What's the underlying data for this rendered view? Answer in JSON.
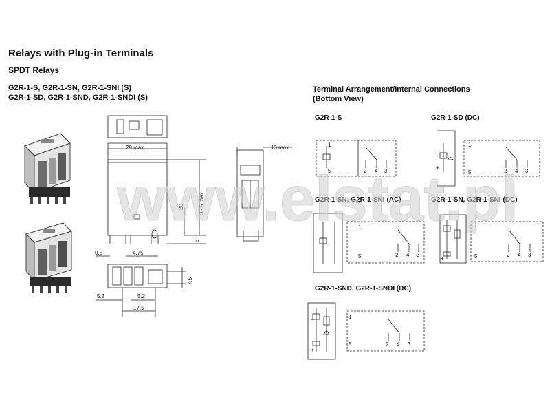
{
  "heading": {
    "title": "Relays with Plug-in Terminals",
    "subtitle": "SPDT Relays"
  },
  "models": {
    "line1": "G2R-1-S, G2R-1-SN, G2R-1-SNI (S)",
    "line2": "G2R-1-SD, G2R-1-SND, G2R-1-SNDI (S)"
  },
  "terminal_section": {
    "title_line1": "Terminal Arrangement/Internal Connections",
    "title_line2": "(Bottom View)"
  },
  "diagrams": {
    "g2r1s": "G2R-1-S",
    "g2r1sd": "G2R-1-SD (DC)",
    "g2r1sn_ac": "G2R-1-SN, G2R-1-SNI (AC)",
    "g2r1sn_dc": "G2R-1-SN, G2R-1-SNI (DC)",
    "g2r1snd": "G2R-1-SND, G2R-1-SNDI (DC)"
  },
  "pins": {
    "p1": "1",
    "p5": "5",
    "p2": "2",
    "p4": "4",
    "p3": "3",
    "plus": "+",
    "minus": "−"
  },
  "dimensions": {
    "width_29": "29 max.",
    "width_13": "13 max.",
    "height_35_5": "35.5 max.",
    "height_20": "20",
    "dim_5": "5",
    "dim_0_5": "0.5",
    "dim_4_75": "4.75",
    "dim_7_5": "7.5",
    "dim_5_2_left": "5.2",
    "dim_5_2_right": "5.2",
    "dim_17_5": "17.5"
  },
  "watermark": "www.elstat.pl"
}
